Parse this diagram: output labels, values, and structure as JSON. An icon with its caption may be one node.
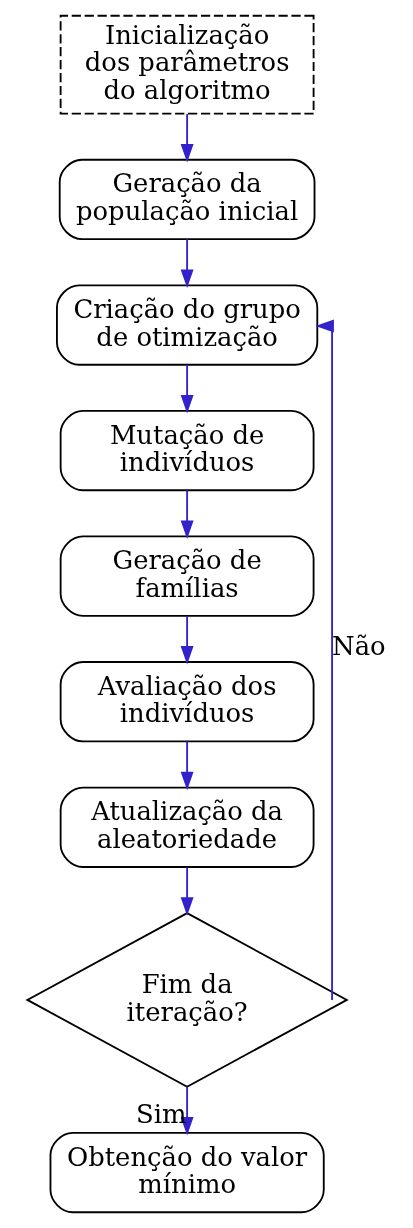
{
  "diagram": {
    "nodes": [
      {
        "text": [
          "Inicialização dos parâmetros do algoritmo"
        ]
      },
      {
        "text": [
          "Geração da população inicial"
        ]
      },
      {
        "text": [
          "Criação do grupo de otimização"
        ]
      },
      {
        "text": [
          "Mutação de indivíduos"
        ]
      },
      {
        "text": [
          "Geração de famílias"
        ]
      },
      {
        "text": [
          "Avaliação dos indivíduos"
        ]
      },
      {
        "text": [
          "Atualização da aleatoriedade"
        ]
      },
      {
        "text": [
          "Fim da iteração?"
        ]
      },
      {
        "text": [
          "Obtenção do valor mínimo"
        ]
      }
    ],
    "edges": [
      {
        "from": 0,
        "to": 1,
        "arrow": "to"
      },
      {
        "from": 1,
        "to": 2,
        "arrow": "to"
      },
      {
        "from": 2,
        "to": 3,
        "arrow": "to"
      },
      {
        "from": 3,
        "to": 4,
        "arrow": "to"
      },
      {
        "from": 4,
        "to": 5,
        "arrow": "to"
      },
      {
        "from": 5,
        "to": 6,
        "arrow": "to"
      },
      {
        "from": 6,
        "to": 7,
        "arrow": "to"
      },
      {
        "from": 7,
        "to": 8,
        "arrow": "to",
        "label": "Sim"
      },
      {
        "from": 7,
        "to": 2,
        "arrow": "to",
        "label": "Não"
      }
    ]
  }
}
